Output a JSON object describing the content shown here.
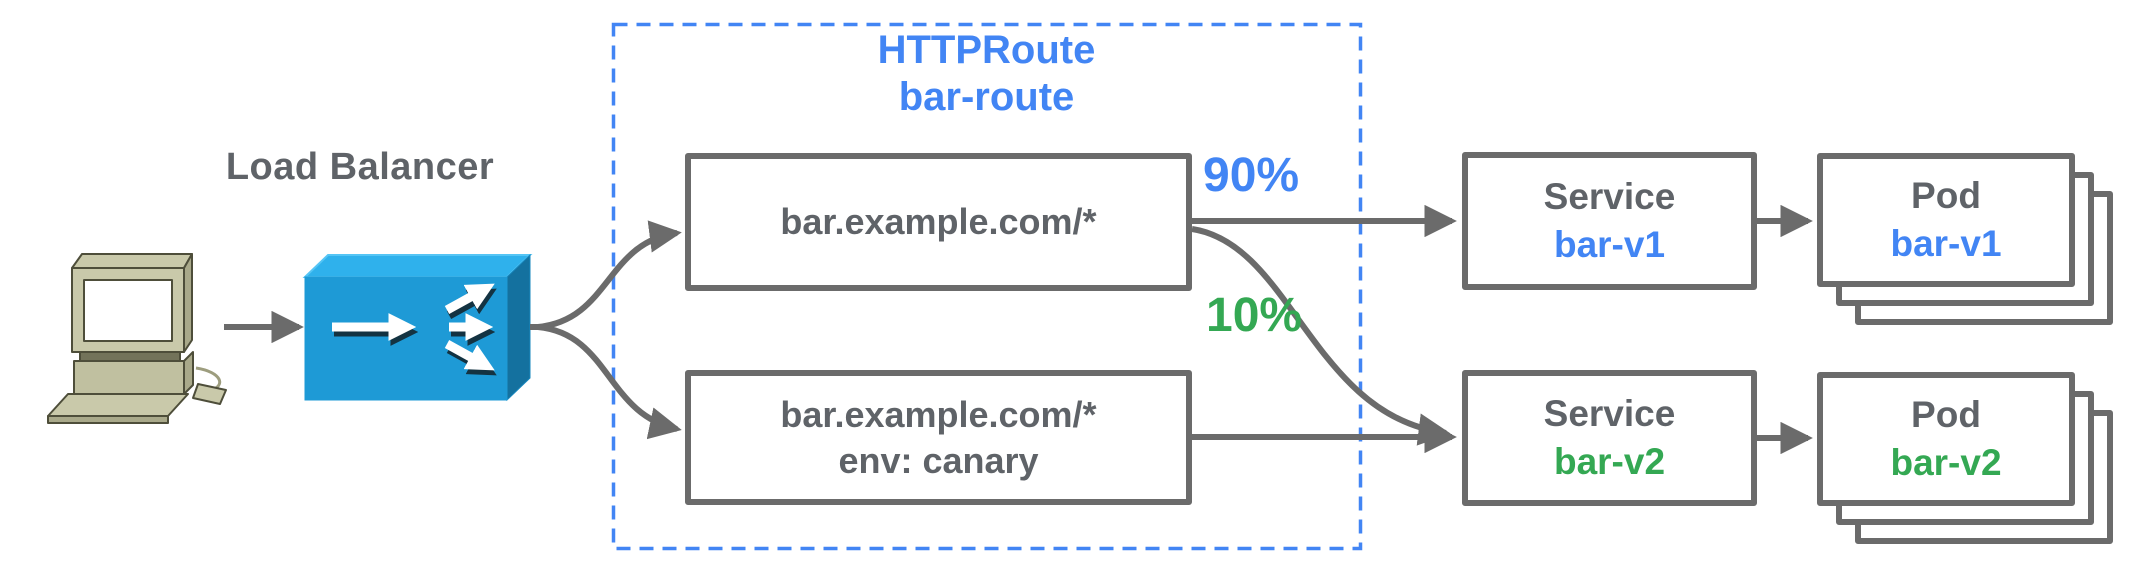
{
  "labels": {
    "load_balancer": "Load Balancer"
  },
  "icons": {
    "client": "desktop-computer-icon",
    "load_balancer": "load-balancer-3d-box-icon"
  },
  "httproute": {
    "kind": "HTTPRoute",
    "name": "bar-route",
    "rules": [
      {
        "match": "bar.example.com/*"
      },
      {
        "match": "bar.example.com/*",
        "header_match": "env: canary"
      }
    ]
  },
  "weights": {
    "primary": "90%",
    "canary": "10%"
  },
  "backends": [
    {
      "kind": "Service",
      "name": "bar-v1"
    },
    {
      "kind": "Service",
      "name": "bar-v2"
    }
  ],
  "pods": [
    {
      "kind": "Pod",
      "name": "bar-v1"
    },
    {
      "kind": "Pod",
      "name": "bar-v2"
    }
  ],
  "colors": {
    "primary_accent": "#4285F4",
    "canary_accent": "#34A853",
    "text_gray": "#5F6368",
    "line_gray": "#6B6B6B",
    "httproute_dashed_border": "#4285F4",
    "lb_front": "#1E9AD6",
    "lb_top": "#2FB1EC",
    "lb_side": "#14719F",
    "computer_body": "#C9C9AA"
  }
}
